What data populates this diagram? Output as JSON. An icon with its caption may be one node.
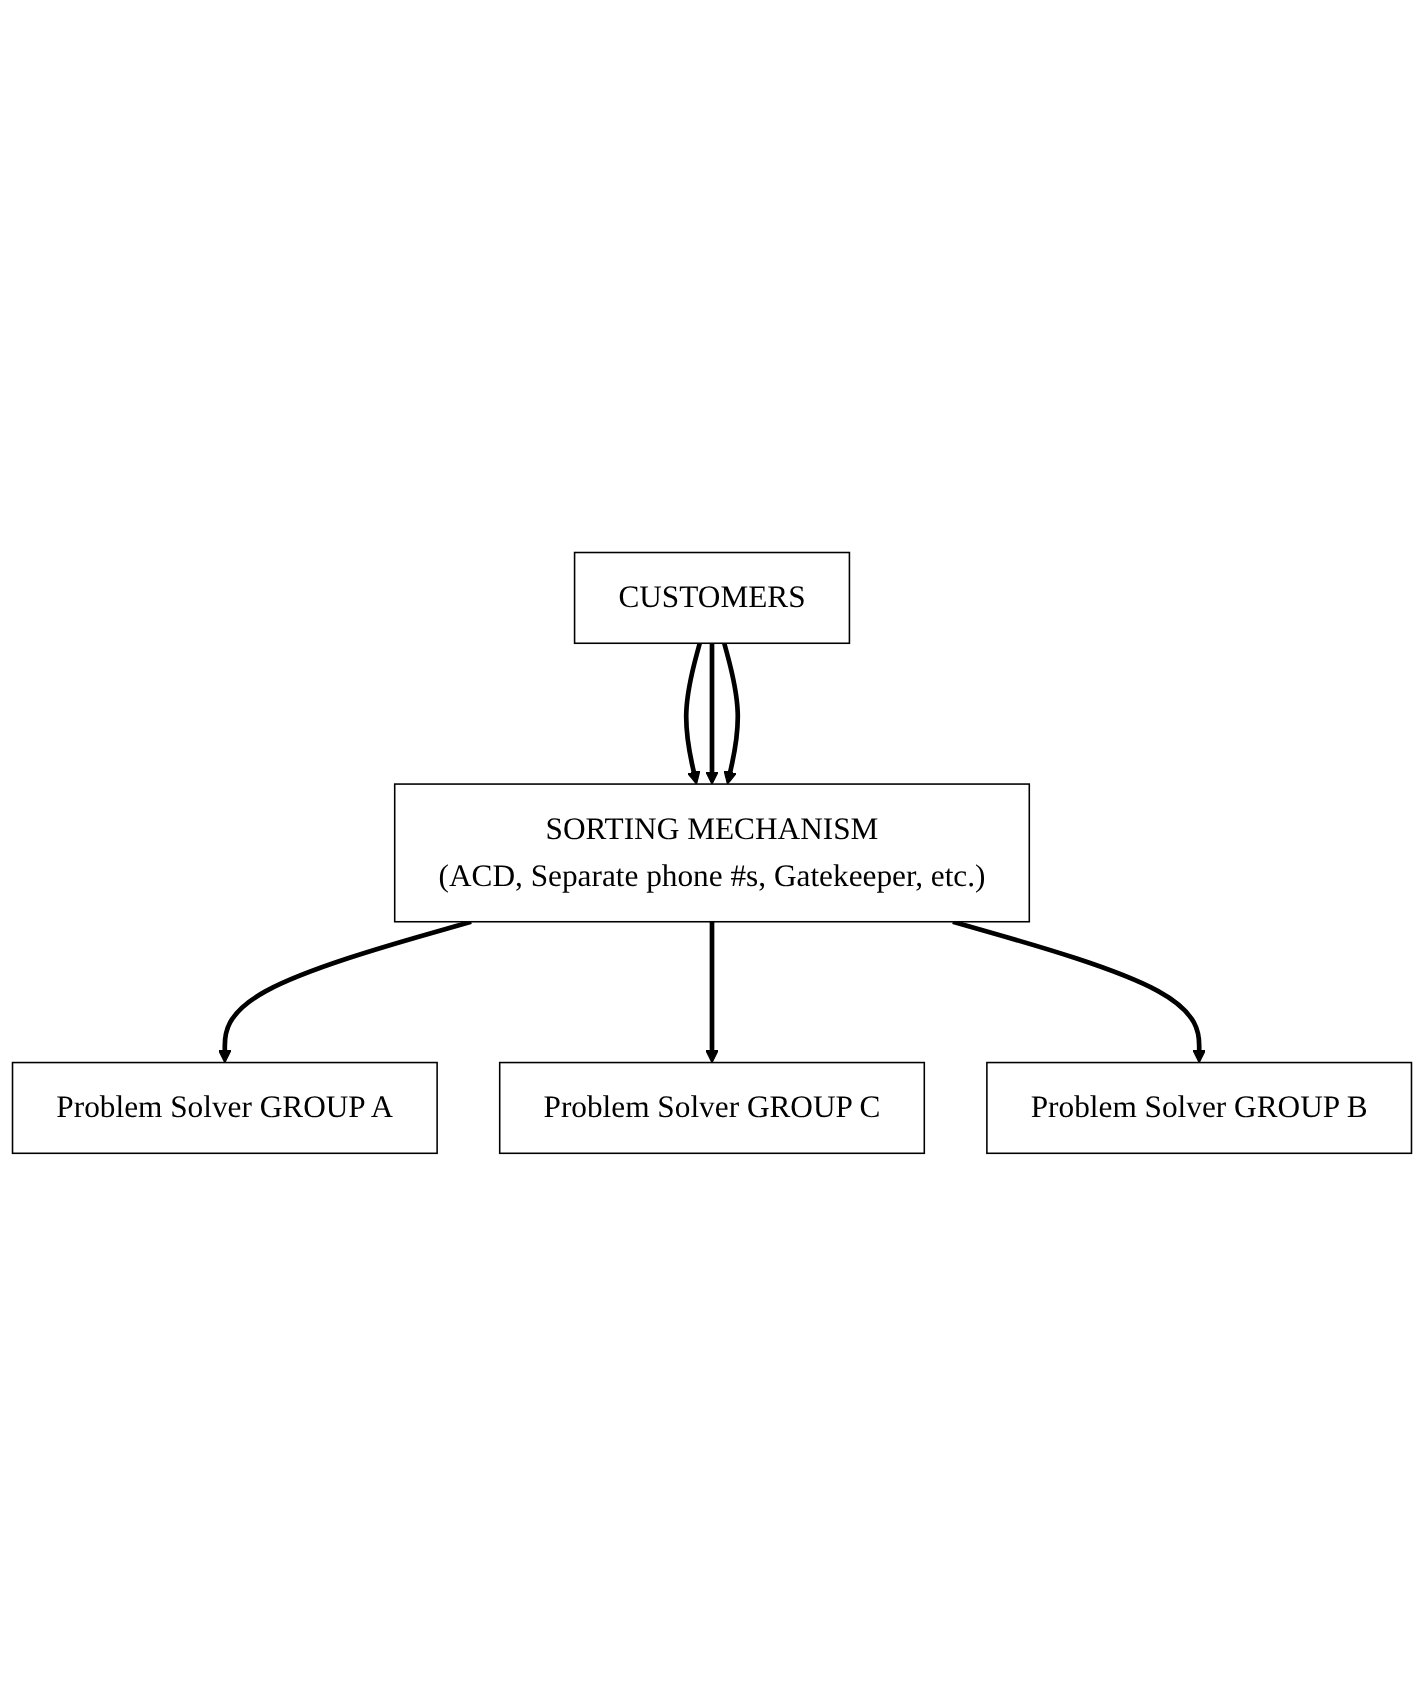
{
  "diagram": {
    "nodes": [
      {
        "text": [
          "CUSTOMERS"
        ]
      },
      {
        "text": [
          "SORTING MECHANISM",
          "(ACD, Separate phone #s, Gatekeeper, etc.)"
        ]
      },
      {
        "text": [
          "Problem Solver GROUP A"
        ]
      },
      {
        "text": [
          "Problem Solver GROUP B"
        ]
      },
      {
        "text": [
          "Problem Solver GROUP C"
        ]
      }
    ],
    "edges": [
      {
        "from": 0,
        "to": 1,
        "arrow": "to"
      },
      {
        "from": 0,
        "to": 1,
        "arrow": "to"
      },
      {
        "from": 0,
        "to": 1,
        "arrow": "to"
      },
      {
        "from": 1,
        "to": 2,
        "arrow": "to"
      },
      {
        "from": 1,
        "to": 4,
        "arrow": "to"
      },
      {
        "from": 1,
        "to": 3,
        "arrow": "to"
      }
    ]
  }
}
